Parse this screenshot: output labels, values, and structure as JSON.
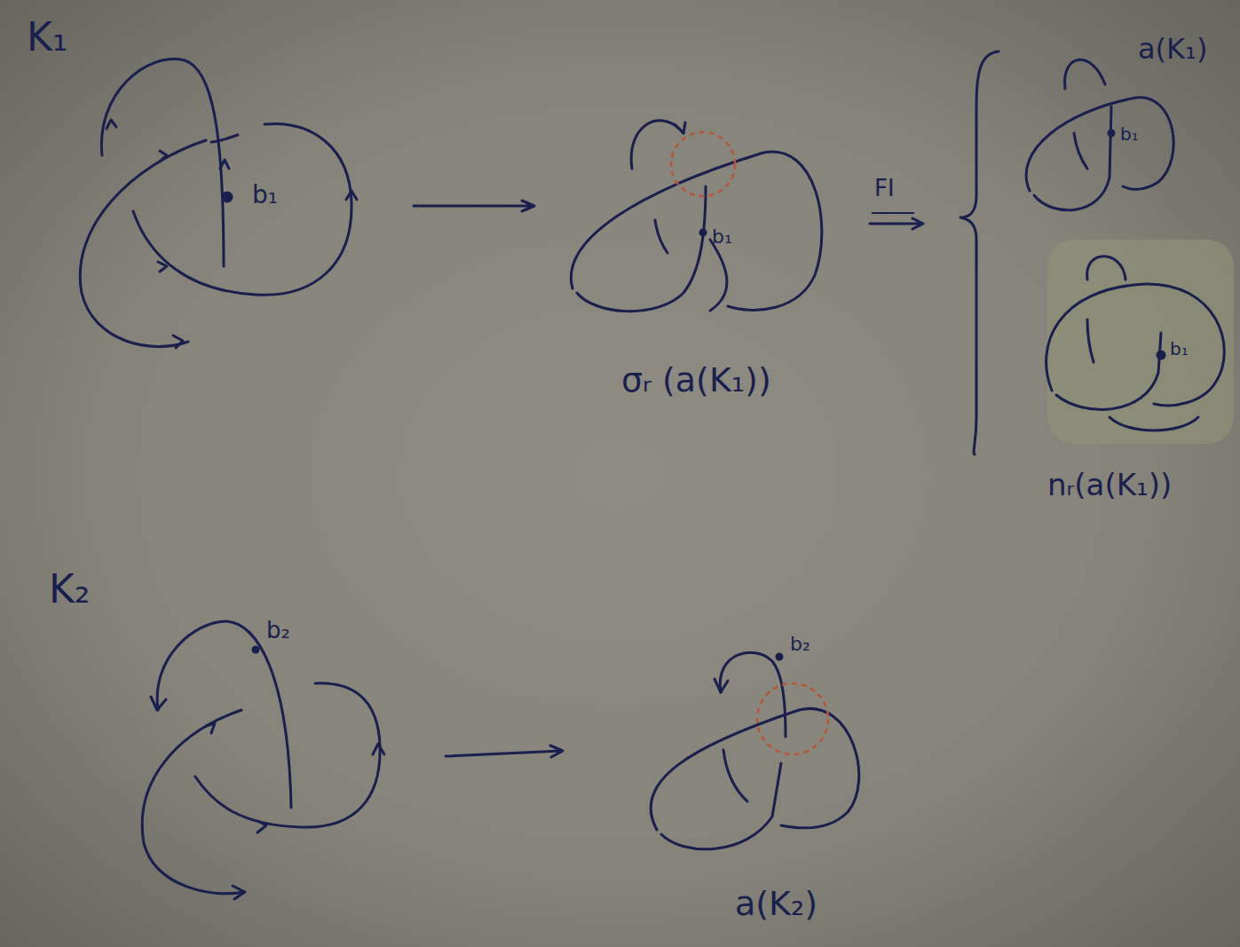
{
  "diagram": {
    "labels": [
      "K₁",
      "b₁",
      "b₁",
      "σᵣ (a(K₁))",
      "FI",
      "a(K₁)",
      "b₁",
      "b₁",
      "nᵣ(a(K₁))",
      "K₂",
      "b₂",
      "b₂",
      "a(K₂)"
    ]
  }
}
